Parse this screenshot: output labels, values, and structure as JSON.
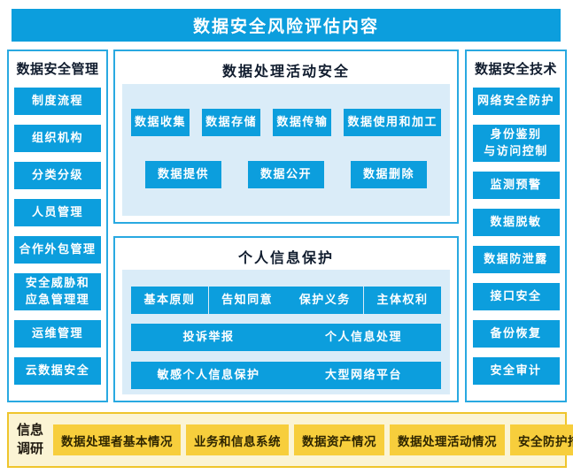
{
  "title": "数据安全风险评估内容",
  "colors": {
    "node_blue": "#0C9EDD",
    "panel_border_blue": "#29A9E1",
    "inner_light_blue": "#DAECF8",
    "node_yellow": "#F7CE3C",
    "bottom_bg": "#FBF4D4",
    "bottom_border": "#EFC52C",
    "title_text_dark": "#101C2E"
  },
  "left_panel": {
    "title": "数据安全管理",
    "items": [
      "制度流程",
      "组织机构",
      "分类分级",
      "人员管理",
      "合作外包管理",
      "安全威胁和\n应急管理理",
      "运维管理",
      "云数据安全"
    ]
  },
  "middle": {
    "activity": {
      "title": "数据处理活动安全",
      "row1": [
        "数据收集",
        "数据存储",
        "数据传输",
        "数据使用和加工"
      ],
      "row2": [
        "数据提供",
        "数据公开",
        "数据删除"
      ]
    },
    "personal": {
      "title": "个人信息保护",
      "row1": [
        "基本原则",
        "告知同意",
        "保护义务",
        "主体权利"
      ],
      "row2": [
        "投诉举报",
        "个人信息处理"
      ],
      "row3": [
        "敏感个人信息保护",
        "大型网络平台"
      ]
    }
  },
  "right_panel": {
    "title": "数据安全技术",
    "items": [
      "网络安全防护",
      "身份鉴别\n与访问控制",
      "监测预警",
      "数据脱敏",
      "数据防泄露",
      "接口安全",
      "备份恢复",
      "安全审计"
    ]
  },
  "bottom": {
    "label": "信息\n调研",
    "items": [
      "数据处理者基本情况",
      "业务和信息系统",
      "数据资产情况",
      "数据处理活动情况",
      "安全防护措施"
    ]
  }
}
